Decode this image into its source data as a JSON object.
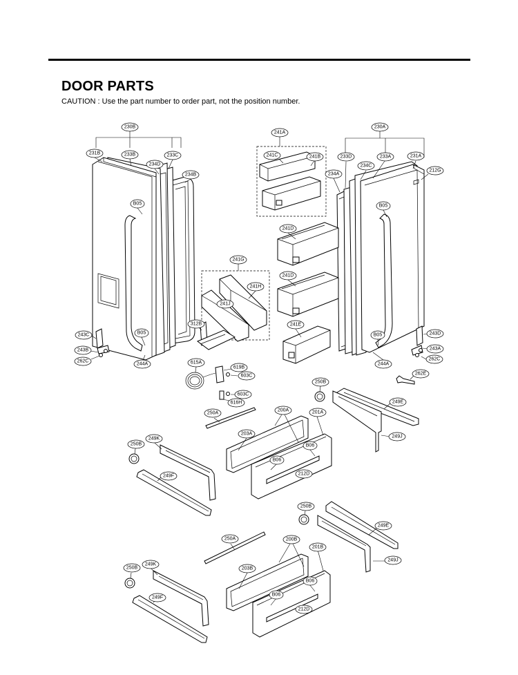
{
  "header": {
    "title": "DOOR PARTS",
    "caution": "CAUTION : Use the part number to order part, not the position number."
  },
  "labels": [
    {
      "id": "l230B_left",
      "text": "230B"
    },
    {
      "id": "l231B",
      "text": "231B"
    },
    {
      "id": "l233B",
      "text": "233B"
    },
    {
      "id": "l234D",
      "text": "234D"
    },
    {
      "id": "l233C",
      "text": "233C"
    },
    {
      "id": "l234B",
      "text": "234B"
    },
    {
      "id": "l241A",
      "text": "241A"
    },
    {
      "id": "l241C",
      "text": "241C"
    },
    {
      "id": "l241B",
      "text": "241B"
    },
    {
      "id": "l230A",
      "text": "230A"
    },
    {
      "id": "l233D",
      "text": "233D"
    },
    {
      "id": "l233A",
      "text": "233A"
    },
    {
      "id": "l231A",
      "text": "231A"
    },
    {
      "id": "l234A",
      "text": "234A"
    },
    {
      "id": "l234C",
      "text": "234C"
    },
    {
      "id": "l212G",
      "text": "212G"
    },
    {
      "id": "lB05_1",
      "text": "B05"
    },
    {
      "id": "lB05_2",
      "text": "B05"
    },
    {
      "id": "l241D_1",
      "text": "241D"
    },
    {
      "id": "l241G",
      "text": "241G"
    },
    {
      "id": "l241H",
      "text": "241H"
    },
    {
      "id": "l241J",
      "text": "241J"
    },
    {
      "id": "l241D_2",
      "text": "241D"
    },
    {
      "id": "l312B",
      "text": "312B"
    },
    {
      "id": "l241E",
      "text": "241E"
    },
    {
      "id": "l243C",
      "text": "243C"
    },
    {
      "id": "lB05_3",
      "text": "B05"
    },
    {
      "id": "lB05_4",
      "text": "B05"
    },
    {
      "id": "l243D",
      "text": "243D"
    },
    {
      "id": "l243B",
      "text": "243B"
    },
    {
      "id": "l243A",
      "text": "243A"
    },
    {
      "id": "l262C_1",
      "text": "262C"
    },
    {
      "id": "l262C_2",
      "text": "262C"
    },
    {
      "id": "l244A_1",
      "text": "244A"
    },
    {
      "id": "l244A_2",
      "text": "244A"
    },
    {
      "id": "l615A",
      "text": "615A"
    },
    {
      "id": "l619B",
      "text": "619B"
    },
    {
      "id": "l603C_1",
      "text": "603C"
    },
    {
      "id": "l262E",
      "text": "262E"
    },
    {
      "id": "l250B_1",
      "text": "250B"
    },
    {
      "id": "l603C_2",
      "text": "603C"
    },
    {
      "id": "l616H",
      "text": "616H"
    },
    {
      "id": "l249E_1",
      "text": "249E"
    },
    {
      "id": "l250A_1",
      "text": "250A"
    },
    {
      "id": "l200A",
      "text": "200A"
    },
    {
      "id": "l201A",
      "text": "201A"
    },
    {
      "id": "l203A",
      "text": "203A"
    },
    {
      "id": "l249J_1",
      "text": "249J"
    },
    {
      "id": "l249K_1",
      "text": "249K"
    },
    {
      "id": "l250B_2",
      "text": "250B"
    },
    {
      "id": "lB06_1",
      "text": "B06"
    },
    {
      "id": "lB06_2",
      "text": "B06"
    },
    {
      "id": "l249F_1",
      "text": "249F"
    },
    {
      "id": "l212D_1",
      "text": "212D"
    },
    {
      "id": "l250B_3",
      "text": "250B"
    },
    {
      "id": "l249E_2",
      "text": "249E"
    },
    {
      "id": "l250A_2",
      "text": "250A"
    },
    {
      "id": "l200B",
      "text": "200B"
    },
    {
      "id": "l201B",
      "text": "201B"
    },
    {
      "id": "l249J_2",
      "text": "249J"
    },
    {
      "id": "l250B_4",
      "text": "250B"
    },
    {
      "id": "l249K_2",
      "text": "249K"
    },
    {
      "id": "l203B",
      "text": "203B"
    },
    {
      "id": "lB06_3",
      "text": "B06"
    },
    {
      "id": "lB06_4",
      "text": "B06"
    },
    {
      "id": "l249F_2",
      "text": "249F"
    },
    {
      "id": "l212D_2",
      "text": "212D"
    }
  ]
}
